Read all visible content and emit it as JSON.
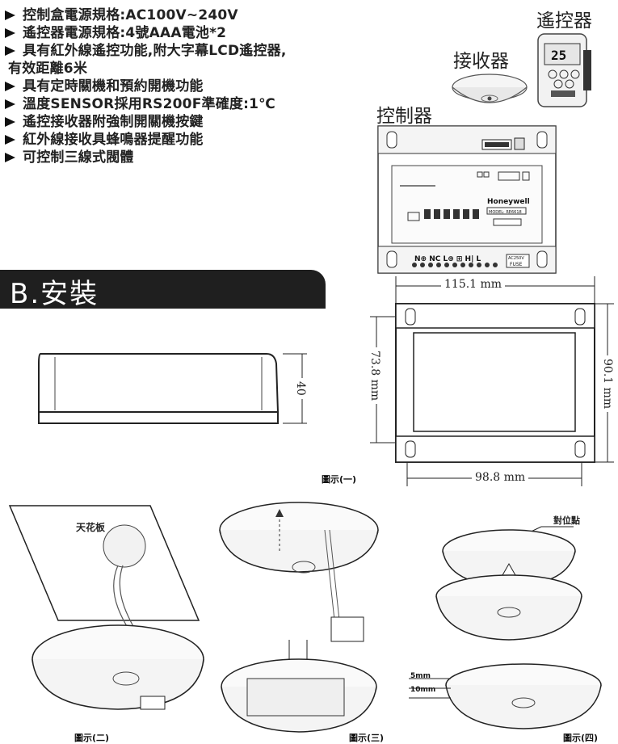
{
  "specs": [
    "控制盒電源規格:AC100V~240V",
    "遙控器電源規格:4號AAA電池*2",
    "具有紅外線遙控功能,附大字幕LCD遙控器,",
    "有效距離6米",
    "具有定時關機和預約開機功能",
    "溫度SENSOR採用RS200F準確度:1℃",
    "遙控接收器附強制開關機按鍵",
    "紅外線接收具蜂鳴器提醒功能",
    "可控制三線式閥體"
  ],
  "devices": {
    "remote_label": "遙控器",
    "receiver_label": "接收器",
    "controller_label": "控制器",
    "remote_display": "25",
    "brand": "Honeywell",
    "controller_model": "MODEL: RE6618",
    "terminal_text": "N⊕ NC L⊕ ⊞ H| L",
    "fuse_text": "FUSE",
    "fuse_rating": "AC250V"
  },
  "section": {
    "title": "B.安裝"
  },
  "dimensions": {
    "height": "40",
    "width_outer": "115.1 mm",
    "height_inner": "73.8 mm",
    "height_outer": "90.1 mm",
    "width_inner": "98.8 mm"
  },
  "figures": {
    "fig1": "圖示(一)",
    "fig2": "圖示(二)",
    "fig3": "圖示(三)",
    "fig4": "圖示(四)",
    "ceiling": "天花板",
    "align_point": "對位點",
    "dim_5mm": "5mm",
    "dim_10mm": "10mm"
  }
}
